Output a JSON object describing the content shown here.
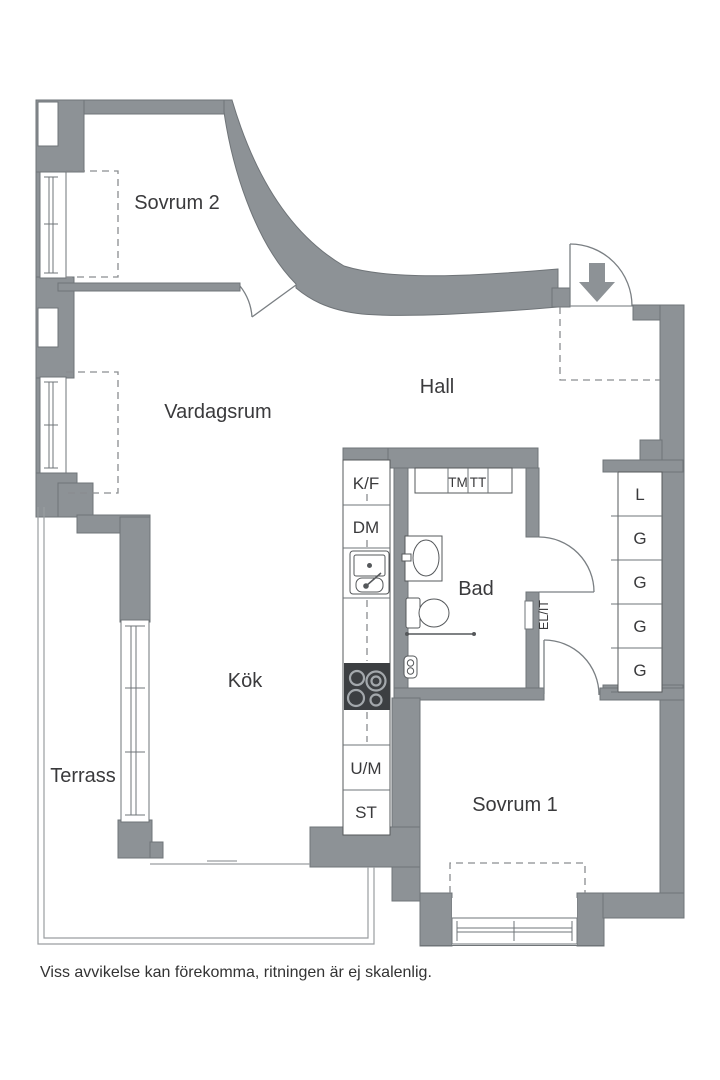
{
  "meta": {
    "type": "apartment-floor-plan"
  },
  "colors": {
    "wall": "#8d9296",
    "outline": "#6f7478",
    "text": "#3a3a3c",
    "stove": "#3c3f42"
  },
  "rooms": {
    "sovrum2": {
      "label": "Sovrum 2"
    },
    "hall": {
      "label": "Hall"
    },
    "vardagsrum": {
      "label": "Vardagsrum"
    },
    "kok": {
      "label": "Kök"
    },
    "bad": {
      "label": "Bad"
    },
    "terrass": {
      "label": "Terrass"
    },
    "sovrum1": {
      "label": "Sovrum 1"
    }
  },
  "kitchen_units": [
    {
      "name": "fridge-freezer",
      "label": "K/F"
    },
    {
      "name": "dishwasher",
      "label": "DM"
    },
    {
      "name": "oven-microwave",
      "label": "U/M"
    },
    {
      "name": "cleaning-cabinet",
      "label": "ST"
    }
  ],
  "laundry_units": [
    {
      "name": "washing-machine",
      "label": "TM"
    },
    {
      "name": "tumble-dryer",
      "label": "TT"
    }
  ],
  "closets": [
    {
      "label": "L"
    },
    {
      "label": "G"
    },
    {
      "label": "G"
    },
    {
      "label": "G"
    },
    {
      "label": "G"
    }
  ],
  "electrical_panel": {
    "label": "EL/IT"
  },
  "footer": {
    "disclaimer": "Viss avvikelse kan förekomma, ritningen är ej skalenlig."
  }
}
